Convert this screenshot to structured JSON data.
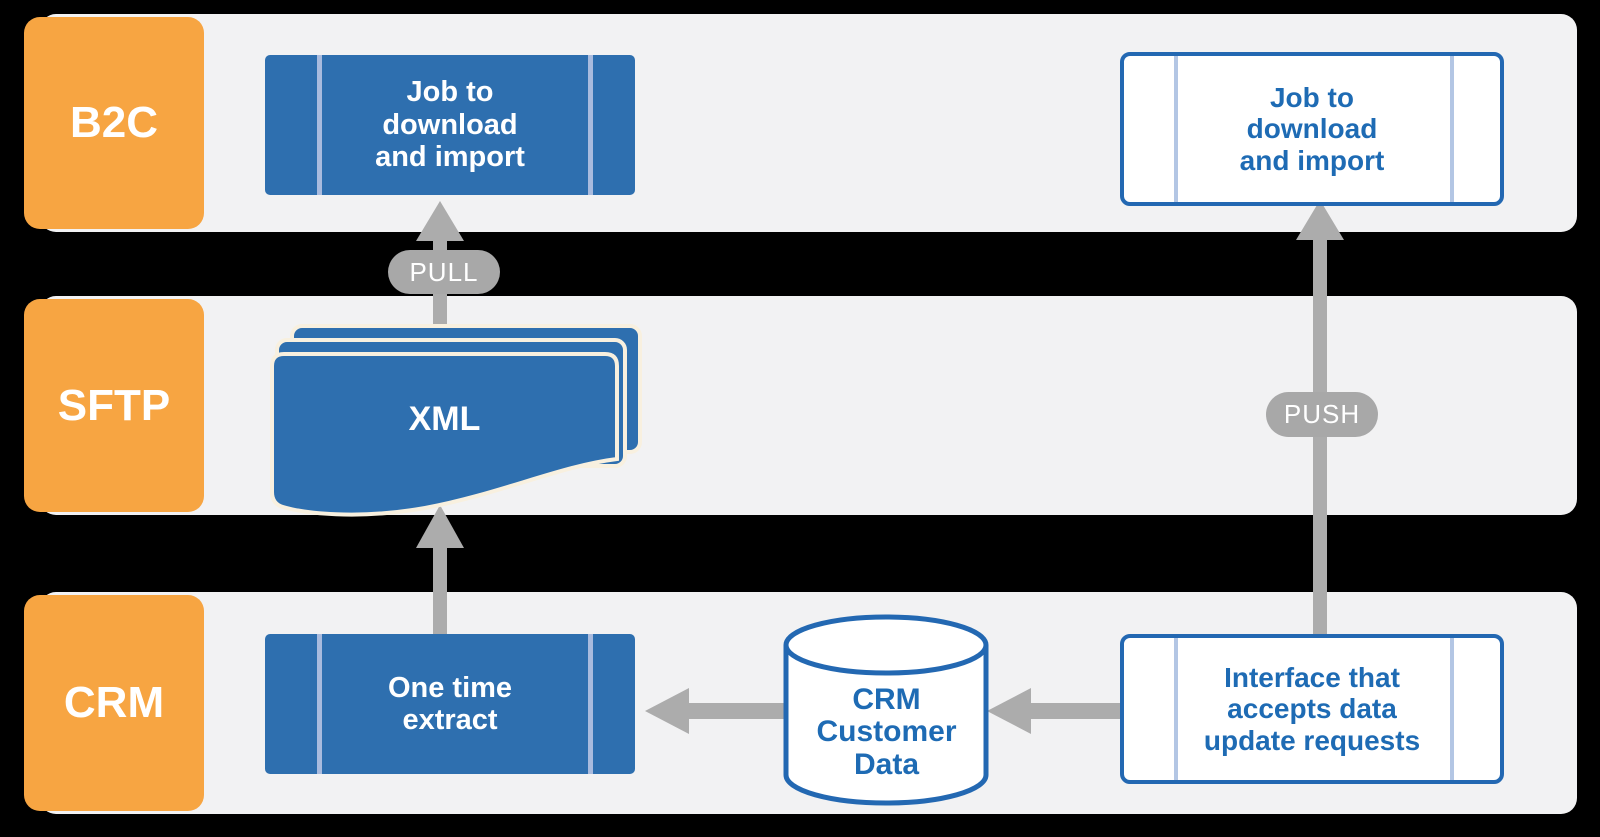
{
  "colors": {
    "background": "#000000",
    "lane_bg": "#F2F2F3",
    "label_orange": "#F7A542",
    "node_blue": "#2E6FAF",
    "node_border_blue": "#2368B2",
    "text_blue": "#1E6BB4",
    "text_white": "#FFFFFF",
    "inner_line_on_blue": "#A9BBDE",
    "inner_line_on_white": "#B3C6E4",
    "arrow_gray": "#ACACAC",
    "pill_gray": "#A8A8A8",
    "doc_stroke": "#F8F0DF"
  },
  "lanes": [
    {
      "label": "B2C"
    },
    {
      "label": "SFTP"
    },
    {
      "label": "CRM"
    }
  ],
  "nodes": {
    "b2c_job": {
      "label": "Job to\ndownload\nand import"
    },
    "b2c_job_right": {
      "label": "Job to\ndownload\nand import"
    },
    "xml": {
      "label": "XML"
    },
    "one_time_extract": {
      "label": "One time\nextract"
    },
    "crm_customer_data": {
      "label": "CRM\nCustomer\nData"
    },
    "interface": {
      "label": "Interface that\naccepts data\nupdate requests"
    }
  },
  "arrows": {
    "pull": {
      "label": "PULL",
      "direction": "up",
      "from": "XML",
      "to": "Job to download and import"
    },
    "push": {
      "label": "PUSH",
      "direction": "up",
      "from": "Interface that accepts data update requests",
      "to": "Job to download and import"
    },
    "extract_to_xml": {
      "direction": "up",
      "from": "One time extract",
      "to": "XML"
    },
    "data_to_extract": {
      "direction": "left",
      "from": "CRM Customer Data",
      "to": "One time extract"
    },
    "interface_to_data": {
      "direction": "left",
      "from": "Interface that accepts data update requests",
      "to": "CRM Customer Data"
    }
  }
}
